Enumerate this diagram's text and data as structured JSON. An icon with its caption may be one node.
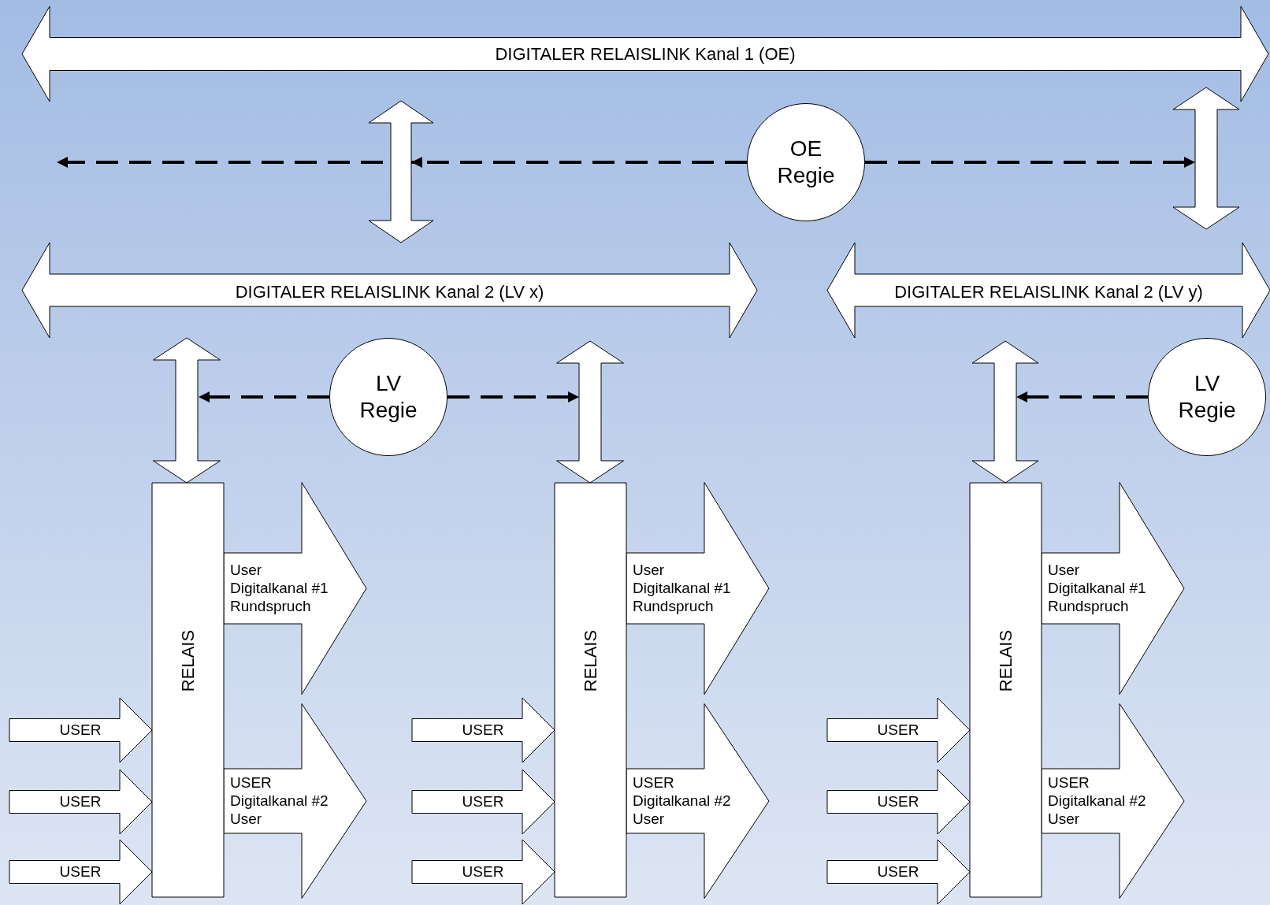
{
  "diagram": {
    "nodes": [
      {
        "text": [
          "DIGITALER RELAISLINK Kanal 1 (OE)"
        ]
      },
      {
        "text": [
          "OE Regie"
        ]
      },
      {
        "text": [
          "DIGITALER RELAISLINK Kanal 2 (LV x)"
        ]
      },
      {
        "text": [
          "DIGITALER RELAISLINK Kanal 2 (LV y)"
        ]
      },
      {
        "text": [
          "LV Regie"
        ]
      },
      {
        "text": [
          "LV Regie"
        ]
      },
      {
        "text": [
          "RELAIS"
        ]
      },
      {
        "text": [
          "RELAIS"
        ]
      },
      {
        "text": [
          "RELAIS"
        ]
      }
    ],
    "edges": [
      {
        "from": 0,
        "to": 2,
        "arrow": "both",
        "style": "thick"
      },
      {
        "from": 0,
        "to": 3,
        "arrow": "both",
        "style": "thick"
      },
      {
        "from": 2,
        "to": 6,
        "arrow": "both",
        "style": "thick"
      },
      {
        "from": 2,
        "to": 7,
        "arrow": "both",
        "style": "thick"
      },
      {
        "from": 3,
        "to": 8,
        "arrow": "both",
        "style": "thick"
      },
      {
        "from": 1,
        "to": null,
        "arrow": "to",
        "style": "dashed"
      },
      {
        "from": 1,
        "to": null,
        "arrow": "to",
        "style": "dashed"
      },
      {
        "from": 4,
        "to": null,
        "arrow": "to",
        "style": "dashed"
      },
      {
        "from": 4,
        "to": null,
        "arrow": "to",
        "style": "dashed"
      },
      {
        "from": 5,
        "to": null,
        "arrow": "to",
        "style": "dashed"
      },
      {
        "from": 6,
        "to": null,
        "arrow": "to",
        "style": "thick",
        "label": "User Digitalkanal #1 Rundspruch"
      },
      {
        "from": 6,
        "to": null,
        "arrow": "to",
        "style": "thick",
        "label": "USER Digitalkanal #2 User"
      },
      {
        "from": null,
        "to": 6,
        "arrow": "to",
        "style": "thick",
        "label": "USER"
      },
      {
        "from": null,
        "to": 6,
        "arrow": "to",
        "style": "thick",
        "label": "USER"
      },
      {
        "from": null,
        "to": 6,
        "arrow": "to",
        "style": "thick",
        "label": "USER"
      },
      {
        "from": 7,
        "to": null,
        "arrow": "to",
        "style": "thick",
        "label": "User Digitalkanal #1 Rundspruch"
      },
      {
        "from": 7,
        "to": null,
        "arrow": "to",
        "style": "thick",
        "label": "USER Digitalkanal #2 User"
      },
      {
        "from": null,
        "to": 7,
        "arrow": "to",
        "style": "thick",
        "label": "USER"
      },
      {
        "from": null,
        "to": 7,
        "arrow": "to",
        "style": "thick",
        "label": "USER"
      },
      {
        "from": null,
        "to": 7,
        "arrow": "to",
        "style": "thick",
        "label": "USER"
      },
      {
        "from": 8,
        "to": null,
        "arrow": "to",
        "style": "thick",
        "label": "User Digitalkanal #1 Rundspruch"
      },
      {
        "from": 8,
        "to": null,
        "arrow": "to",
        "style": "thick",
        "label": "USER Digitalkanal #2 User"
      },
      {
        "from": null,
        "to": 8,
        "arrow": "to",
        "style": "thick",
        "label": "USER"
      },
      {
        "from": null,
        "to": 8,
        "arrow": "to",
        "style": "thick",
        "label": "USER"
      },
      {
        "from": null,
        "to": 8,
        "arrow": "to",
        "style": "thick",
        "label": "USER"
      }
    ]
  }
}
